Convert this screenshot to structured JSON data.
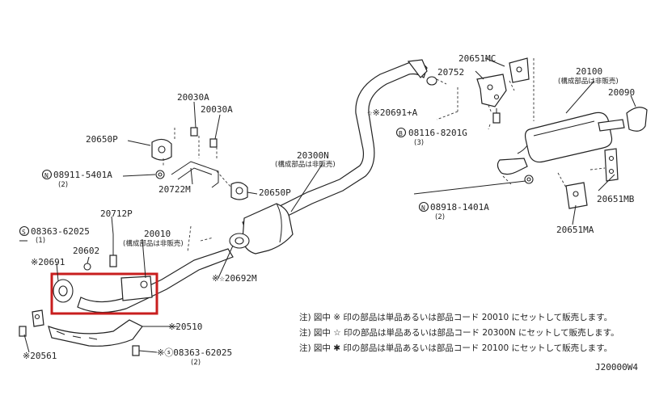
{
  "labels": {
    "p20651MC": "20651MC",
    "p20752": "20752",
    "p20100": "20100",
    "p20100_sub": "(構成部品は非販売)",
    "p20090": "20090",
    "p20691A": "☆※20691+A",
    "p08116": "08116-8201G",
    "p08116_qty": "(3)",
    "p20030A_1": "20030A",
    "p20030A_2": "20030A",
    "p20650P_1": "20650P",
    "p20300N": "20300N",
    "p20300N_sub": "(構成部品は非販売)",
    "p08911": "08911-5401A",
    "p08911_qty": "(2)",
    "p20722M": "20722M",
    "p20650P_2": "20650P",
    "p08918": "08918-1401A",
    "p08918_qty": "(2)",
    "p20651MB": "20651MB",
    "p20651MA": "20651MA",
    "p20712P": "20712P",
    "p08363_1": "08363-62025",
    "p08363_1_qty": "(1)",
    "p20010": "20010",
    "p20010_sub": "(構成部品は非販売)",
    "p20602": "20602",
    "p20691": "※20691",
    "p20692M": "※☆20692M",
    "p20510": "※20510",
    "p20561": "※20561",
    "p08363_2": "※ⓢ08363-62025",
    "p08363_2_qty": "(2)",
    "diagram_code": "J20000W4"
  },
  "notes": [
    "注) 図中 ※ 印の部品は単品あるいは部品コード 20010 にセットして販売します。",
    "注) 図中 ☆ 印の部品は単品あるいは部品コード 20300N にセットして販売します。",
    "注) 図中 ✱ 印の部品は単品あるいは部品コード 20100 にセットして販売します。"
  ],
  "colors": {
    "line": "#222222",
    "highlight": "#c81e1e",
    "background": "#ffffff"
  }
}
